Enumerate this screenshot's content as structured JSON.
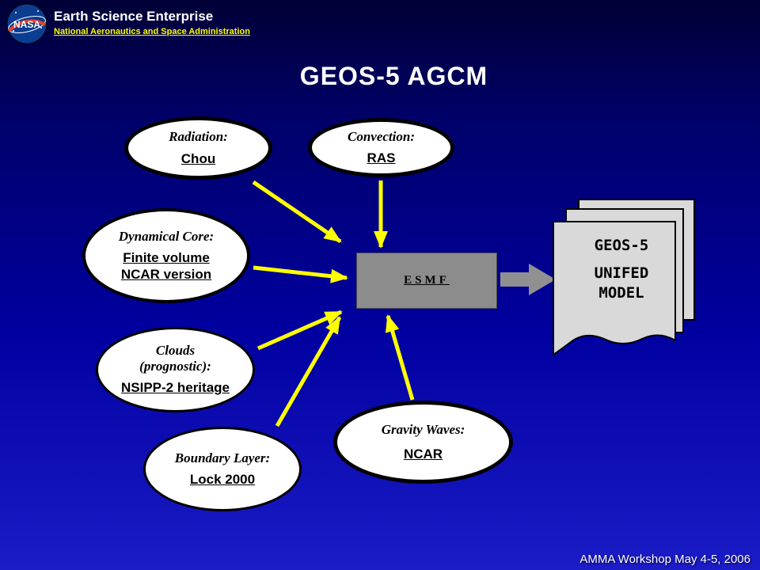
{
  "header": {
    "logo": "NASA",
    "title": "Earth Science Enterprise",
    "subtitle": "National Aeronautics and Space Administration"
  },
  "slide": {
    "title": "GEOS-5 AGCM",
    "footer": "AMMA Workshop May 4-5, 2006"
  },
  "nodes": {
    "radiation": {
      "label": "Radiation:",
      "value": "Chou"
    },
    "convection": {
      "label": "Convection:",
      "value": "RAS"
    },
    "dynamical_core": {
      "label": "Dynamical Core:",
      "value1": "Finite volume",
      "value2": "NCAR version"
    },
    "clouds": {
      "label1": "Clouds",
      "label2": "(prognostic):",
      "value": "NSIPP-2 heritage"
    },
    "boundary_layer": {
      "label": "Boundary Layer:",
      "value": "Lock 2000"
    },
    "gravity_waves": {
      "label": "Gravity Waves:",
      "value": "NCAR"
    }
  },
  "center_box": {
    "label": "ESMF"
  },
  "output_stack": {
    "line1": "GEOS-5",
    "line2": "UNIFED",
    "line3": "MODEL"
  },
  "colors": {
    "background_top": "#000036",
    "background_bottom": "#1c1cc8",
    "arrow_yellow": "#FFFF00",
    "esmf_box_gray": "#8C8C8C",
    "page_gray": "#D9D9D9",
    "subtitle_yellow": "#FFFF00",
    "nasa_blue": "#0B3D91",
    "nasa_red": "#E8432E"
  }
}
